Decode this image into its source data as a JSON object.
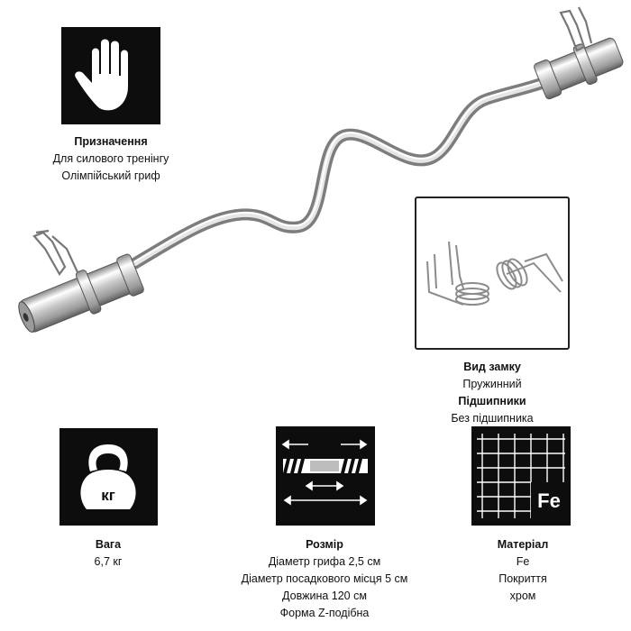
{
  "purpose": {
    "title": "Призначення",
    "lines": [
      "Для силового тренінгу",
      "Олімпійський гриф"
    ]
  },
  "lock": {
    "title": "Вид замку",
    "value": "Пружинний"
  },
  "bearings": {
    "title": "Підшипники",
    "value": "Без підшипника"
  },
  "weight": {
    "title": "Вага",
    "value": "6,7 кг",
    "icon_text": "кг"
  },
  "size": {
    "title": "Розмір",
    "lines": [
      "Діаметр грифа 2,5 см",
      "Діаметр посадкового місця 5 см",
      "Довжина 120 см",
      "Форма Z-подібна"
    ]
  },
  "material": {
    "title": "Матеріал",
    "lines": [
      "Fe",
      "Покриття",
      "хром"
    ],
    "icon_text": "Fe"
  },
  "colors": {
    "icon_bg": "#0d0d0d",
    "chrome_light": "#f2f2f2",
    "chrome_dark": "#8a8a8a"
  }
}
